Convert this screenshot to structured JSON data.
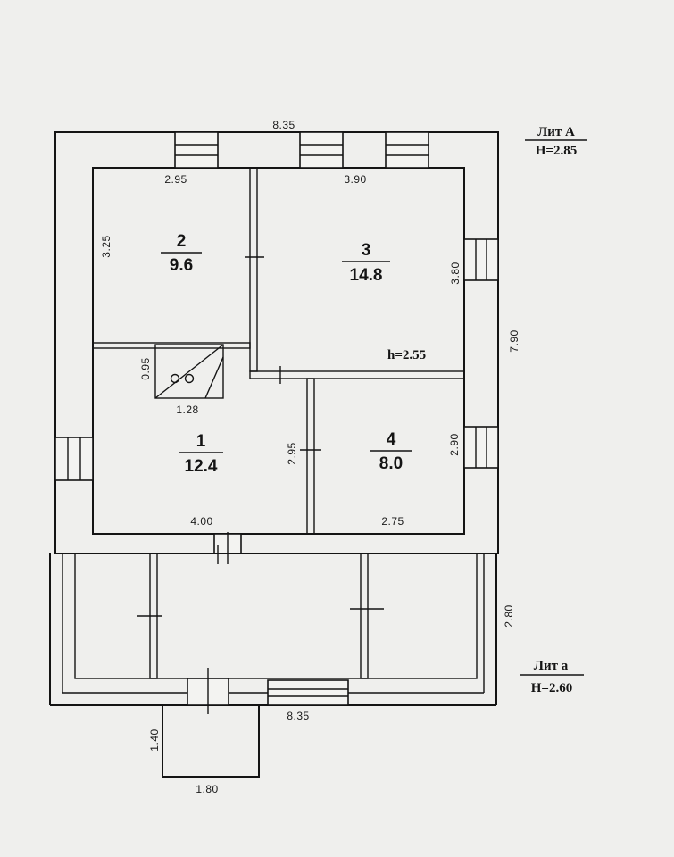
{
  "lit_a": {
    "title": "Лит А",
    "height": "H=2.85"
  },
  "lit_a_small": {
    "title": "Лит а",
    "height": "H=2.60"
  },
  "ceiling_height": "h=2.55",
  "dimensions": {
    "top_overall": "8.35",
    "room2_width": "2.95",
    "room3_width": "3.90",
    "room2_depth": "3.25",
    "room3_depth": "3.80",
    "overall_depth": "7.90",
    "stove_depth": "0.95",
    "stove_width": "1.28",
    "room1_height": "2.95",
    "room4_height": "2.90",
    "room1_width": "4.00",
    "room4_width": "2.75",
    "veranda_depth": "2.80",
    "bottom_overall": "8.35",
    "porch_depth": "1.40",
    "porch_width": "1.80"
  },
  "rooms": [
    {
      "number": "1",
      "area": "12.4"
    },
    {
      "number": "2",
      "area": "9.6"
    },
    {
      "number": "3",
      "area": "14.8"
    },
    {
      "number": "4",
      "area": "8.0"
    }
  ]
}
